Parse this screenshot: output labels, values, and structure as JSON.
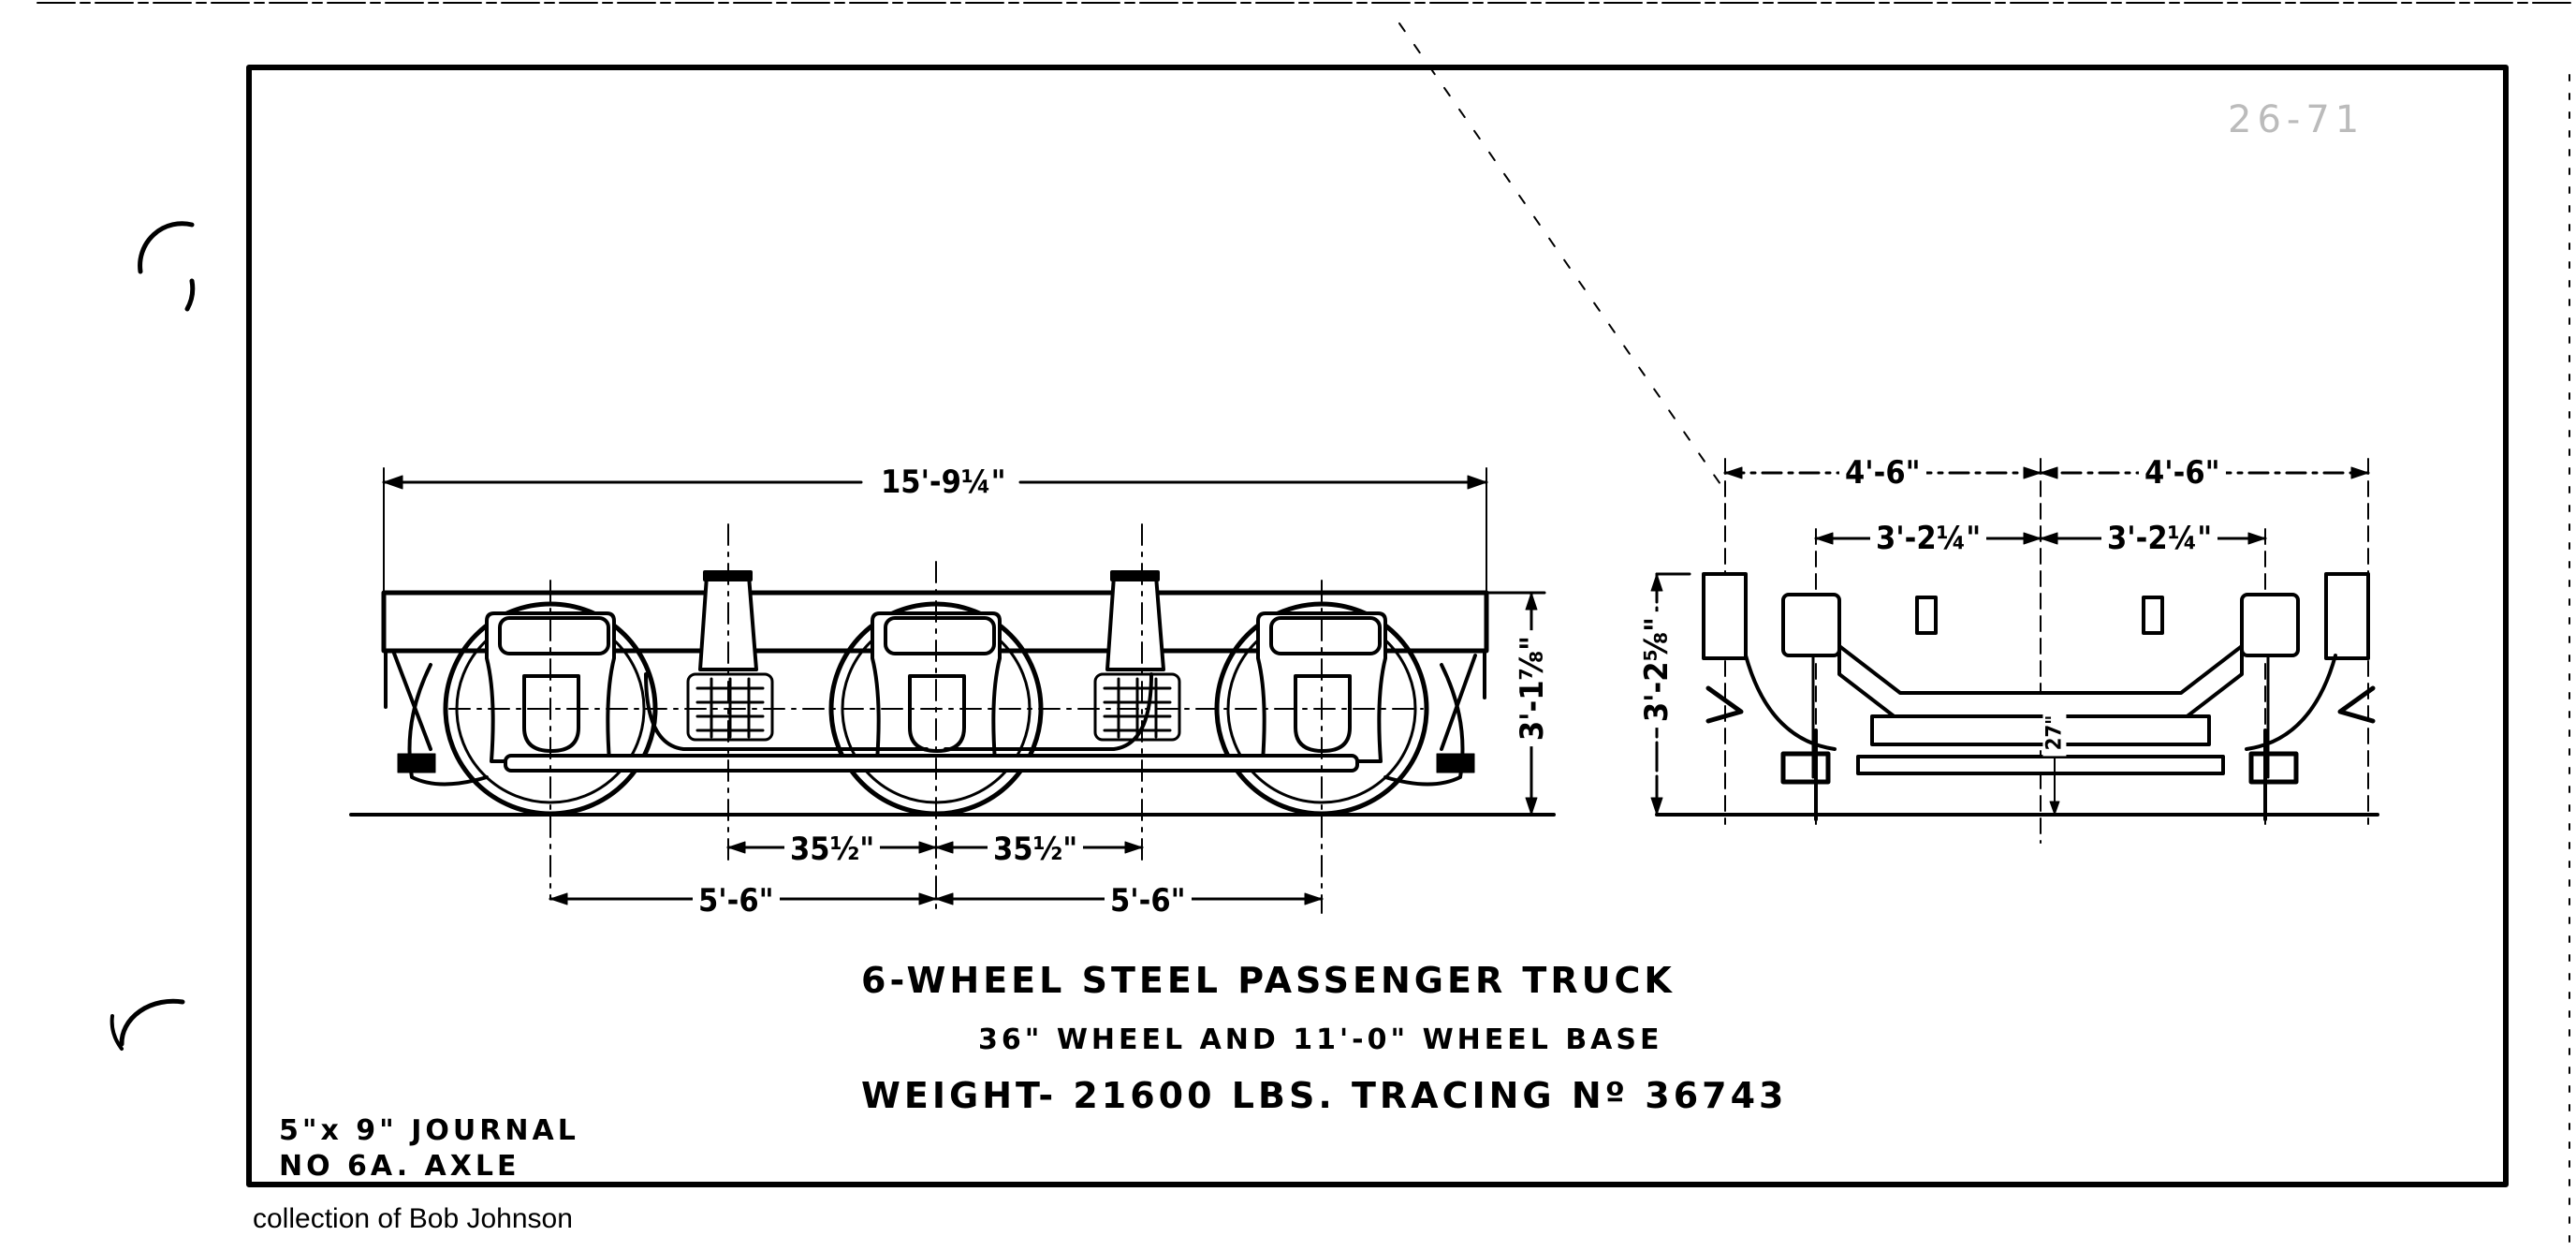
{
  "document": {
    "type": "engineering drawing",
    "title": "6-WHEEL STEEL PASSENGER TRUCK",
    "subtitle": "36\" WHEEL AND 11'-0\" WHEEL BASE",
    "weight_line": "WEIGHT- 21600 LBS.  TRACING Nº 36743",
    "notes": [
      "5\"x 9\" JOURNAL",
      "NO 6A. AXLE"
    ],
    "credit": "collection of Bob Johnson",
    "corner_mark": "26-71"
  },
  "side_view": {
    "overall_length": "15'-9¼\"",
    "height_to_top": "3'-1⅞\"",
    "bolster_offsets": [
      "35½\"",
      "35½\""
    ],
    "wheel_base_halves": [
      "5'-6\"",
      "5'-6\""
    ]
  },
  "end_view": {
    "height_to_top": "3'-2⅝\"",
    "outer_halves": [
      "4'-6\"",
      "4'-6\""
    ],
    "inner_halves": [
      "3'-2¼\"",
      "3'-2¼\""
    ],
    "axle_height": "27\""
  },
  "colors": {
    "ink": "#000000",
    "paper": "#ffffff"
  }
}
